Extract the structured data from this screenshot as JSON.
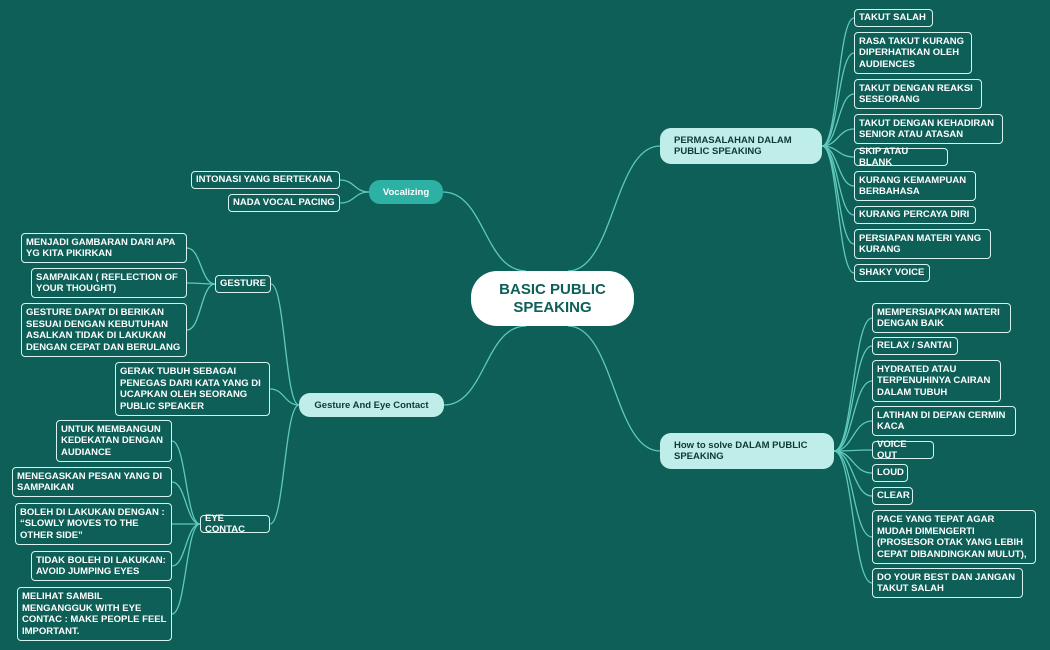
{
  "colors": {
    "background": "#0d5f57",
    "root": "#ffffff",
    "topic_light": "#bfeeea",
    "topic_dark": "#2eb1a5",
    "line": "#5fc9bd"
  },
  "root": "BASIC PUBLIC SPEAKING",
  "permasalahan": {
    "label": "PERMASALAHAN DALAM PUBLIC SPEAKING",
    "items": [
      "TAKUT  SALAH",
      "RASA TAKUT KURANG DIPERHATIKAN OLEH AUDIENCES",
      "TAKUT DENGAN REAKSI SESEORANG",
      "TAKUT DENGAN KEHADIRAN SENIOR ATAU ATASAN",
      "SKIP ATAU BLANK",
      "KURANG KEMAMPUAN BERBAHASA",
      "KURANG PERCAYA DIRI",
      "PERSIAPAN MATERI YANG KURANG",
      "SHAKY VOICE"
    ]
  },
  "solve": {
    "label": "How to solve DALAM PUBLIC SPEAKING",
    "items": [
      "MEMPERSIAPKAN MATERI DENGAN BAIK",
      "RELAX / SANTAI",
      "HYDRATED ATAU TERPENUHINYA CAIRAN DALAM TUBUH",
      "LATIHAN DI DEPAN CERMIN KACA",
      "VOICE OUT",
      "LOUD",
      "CLEAR",
      "PACE YANG TEPAT AGAR MUDAH DIMENGERTI (PROSESOR OTAK YANG LEBIH CEPAT DIBANDINGKAN MULUT),",
      "DO YOUR BEST DAN JANGAN TAKUT SALAH"
    ]
  },
  "vocalizing": {
    "label": "Vocalizing",
    "items": [
      "INTONASI YANG BERTEKANA",
      "NADA VOCAL PACING"
    ]
  },
  "gesture_eye": {
    "label": "Gesture And Eye Contact",
    "gesture": {
      "label": "GESTURE",
      "items": [
        "MENJADI GAMBARAN DARI APA YG KITA PIKIRKAN",
        "SAMPAIKAN ( REFLECTION OF YOUR THOUGHT)",
        "GESTURE DAPAT DI BERIKAN SESUAI DENGAN KEBUTUHAN ASALKAN TIDAK DI LAKUKAN DENGAN CEPAT DAN BERULANG"
      ]
    },
    "direct": "GERAK TUBUH SEBAGAI PENEGAS DARI KATA YANG DI UCAPKAN OLEH SEORANG PUBLIC SPEAKER",
    "eye": {
      "label": "EYE CONTAC",
      "items": [
        "UNTUK MEMBANGUN KEDEKATAN DENGAN AUDIANCE",
        "MENEGASKAN PESAN YANG DI SAMPAIKAN",
        "BOLEH DI LAKUKAN DENGAN : “SLOWLY MOVES TO THE OTHER SIDE”",
        "TIDAK BOLEH DI LAKUKAN: AVOID JUMPING EYES",
        "MELIHAT SAMBIL MENGANGGUK WITH EYE CONTAC : MAKE PEOPLE FEEL IMPORTANT."
      ]
    }
  }
}
